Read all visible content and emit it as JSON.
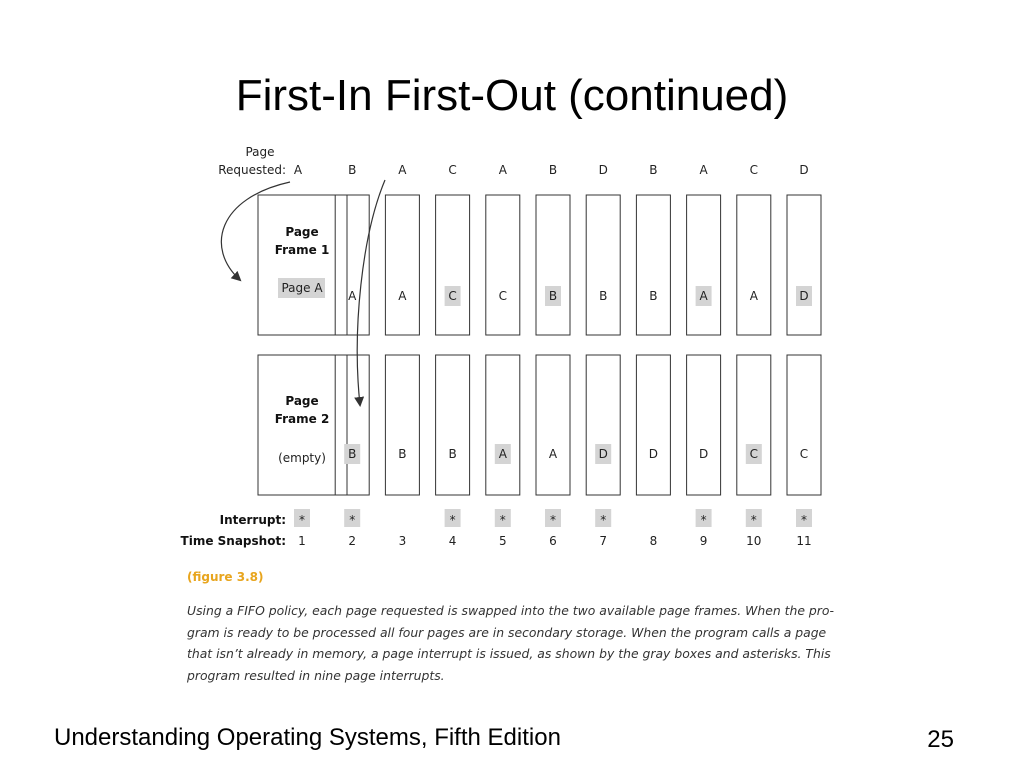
{
  "slide": {
    "title": "First-In First-Out (continued)",
    "footer_text": "Understanding Operating Systems, Fifth Edition",
    "page_number": "25"
  },
  "figure": {
    "request_label_line1": "Page",
    "request_label_line2": "Requested:",
    "frame1_label_line1": "Page",
    "frame1_label_line2": "Frame 1",
    "frame1_initial": "Page A",
    "frame2_label_line1": "Page",
    "frame2_label_line2": "Frame 2",
    "frame2_initial": "(empty)",
    "interrupt_label": "Interrupt:",
    "snapshot_label": "Time Snapshot:",
    "interrupt_marker": "*",
    "highlight_color": "#d4d4d4",
    "arrow_color": "#333333",
    "requests": [
      "A",
      "B",
      "A",
      "C",
      "A",
      "B",
      "D",
      "B",
      "A",
      "C",
      "D"
    ],
    "frame1": [
      {
        "page": "A",
        "swapped": false
      },
      {
        "page": "A",
        "swapped": false
      },
      {
        "page": "C",
        "swapped": true
      },
      {
        "page": "C",
        "swapped": false
      },
      {
        "page": "B",
        "swapped": true
      },
      {
        "page": "B",
        "swapped": false
      },
      {
        "page": "B",
        "swapped": false
      },
      {
        "page": "A",
        "swapped": true
      },
      {
        "page": "A",
        "swapped": false
      },
      {
        "page": "D",
        "swapped": true
      }
    ],
    "frame2": [
      {
        "page": "B",
        "swapped": true
      },
      {
        "page": "B",
        "swapped": false
      },
      {
        "page": "B",
        "swapped": false
      },
      {
        "page": "A",
        "swapped": true
      },
      {
        "page": "A",
        "swapped": false
      },
      {
        "page": "D",
        "swapped": true
      },
      {
        "page": "D",
        "swapped": false
      },
      {
        "page": "D",
        "swapped": false
      },
      {
        "page": "C",
        "swapped": true
      },
      {
        "page": "C",
        "swapped": false
      }
    ],
    "interrupts": [
      true,
      true,
      false,
      true,
      true,
      true,
      true,
      false,
      true,
      true,
      true
    ],
    "snapshots": [
      "1",
      "2",
      "3",
      "4",
      "5",
      "6",
      "7",
      "8",
      "9",
      "10",
      "11"
    ]
  },
  "caption": {
    "title": "(figure 3.8)",
    "lines": [
      "Using a FIFO policy, each page requested is swapped into the two available page frames. When the pro-",
      "gram is ready to be processed all four pages are in secondary storage. When the program calls a page",
      "that isn’t already in memory, a page interrupt is issued, as shown by the gray boxes and asterisks. This",
      "program resulted in nine page interrupts."
    ]
  }
}
